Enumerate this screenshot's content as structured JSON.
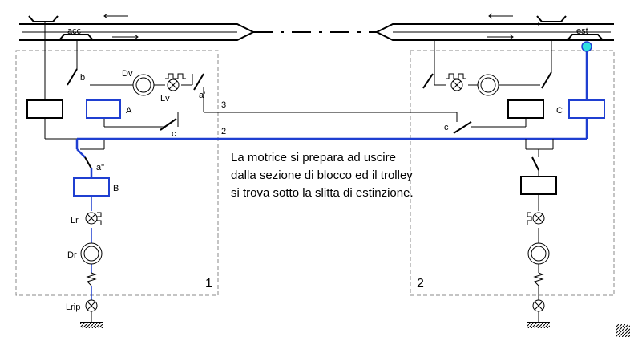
{
  "labels": {
    "acc": "acc",
    "est": "est",
    "b": "b",
    "dv": "Dv",
    "lv": "Lv",
    "a_prime": "a'",
    "a_block": "A",
    "c_left": "c",
    "c_right": "c",
    "wire3": "3",
    "wire2": "2",
    "a_double": "a\"",
    "b_block": "B",
    "lr": "Lr",
    "dr": "Dr",
    "lrip": "Lrip",
    "c_block": "C",
    "section1": "1",
    "section2": "2"
  },
  "caption": "La motrice si prepara ad uscire dalla sezione di blocco ed il trolley si trova sotto la slitta di estinzione.",
  "colors": {
    "active_circuit": "#1f3fd1",
    "wiring": "#000000",
    "section_border": "#8a8a8a",
    "trolley_contact": "#2ee0e0"
  }
}
